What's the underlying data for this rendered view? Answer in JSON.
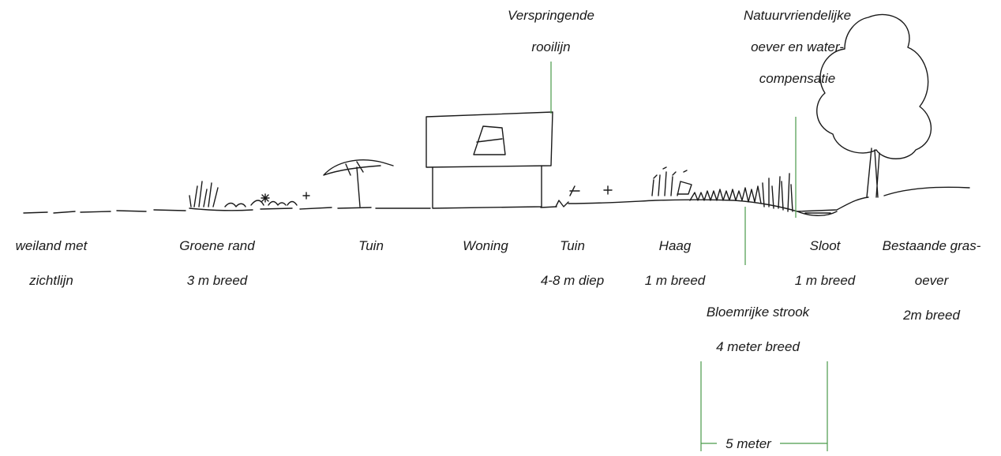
{
  "labels": {
    "rooilijn": [
      "Verspringende",
      "rooilijn"
    ],
    "natuur": [
      "Natuurvriendelijke",
      "oever en water-",
      "compensatie"
    ],
    "weiland": [
      "weiland met",
      "zichtlijn"
    ],
    "groene_rand": [
      "Groene rand",
      "3 m breed"
    ],
    "tuin_1": [
      "Tuin"
    ],
    "woning": [
      "Woning"
    ],
    "tuin_2": [
      "Tuin",
      "4-8 m diep"
    ],
    "haag": [
      "Haag",
      "1 m breed"
    ],
    "sloot": [
      "Sloot",
      "1 m breed"
    ],
    "grasoever": [
      "Bestaande gras-",
      "oever",
      "2m breed"
    ],
    "bloemrijke_strook": [
      "Bloemrijke strook",
      "4 meter breed"
    ],
    "dimension": [
      "5 meter"
    ]
  },
  "colors": {
    "ink": "#1a1a1a",
    "leader": "#4a9a4a"
  }
}
